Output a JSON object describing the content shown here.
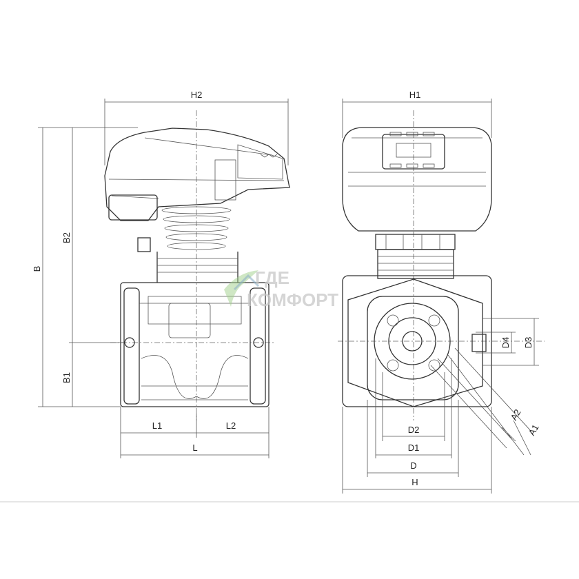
{
  "labels": {
    "H2": "H2",
    "H1": "H1",
    "B": "B",
    "B2": "B2",
    "B1": "B1",
    "L1": "L1",
    "L2": "L2",
    "L": "L",
    "D4": "D4",
    "D3": "D3",
    "D2": "D2",
    "D1": "D1",
    "D": "D",
    "H": "H",
    "A1": "A1",
    "A2": "A2"
  },
  "watermark": {
    "line1": "ГДЕ",
    "line2": "КОМФОРТ"
  }
}
